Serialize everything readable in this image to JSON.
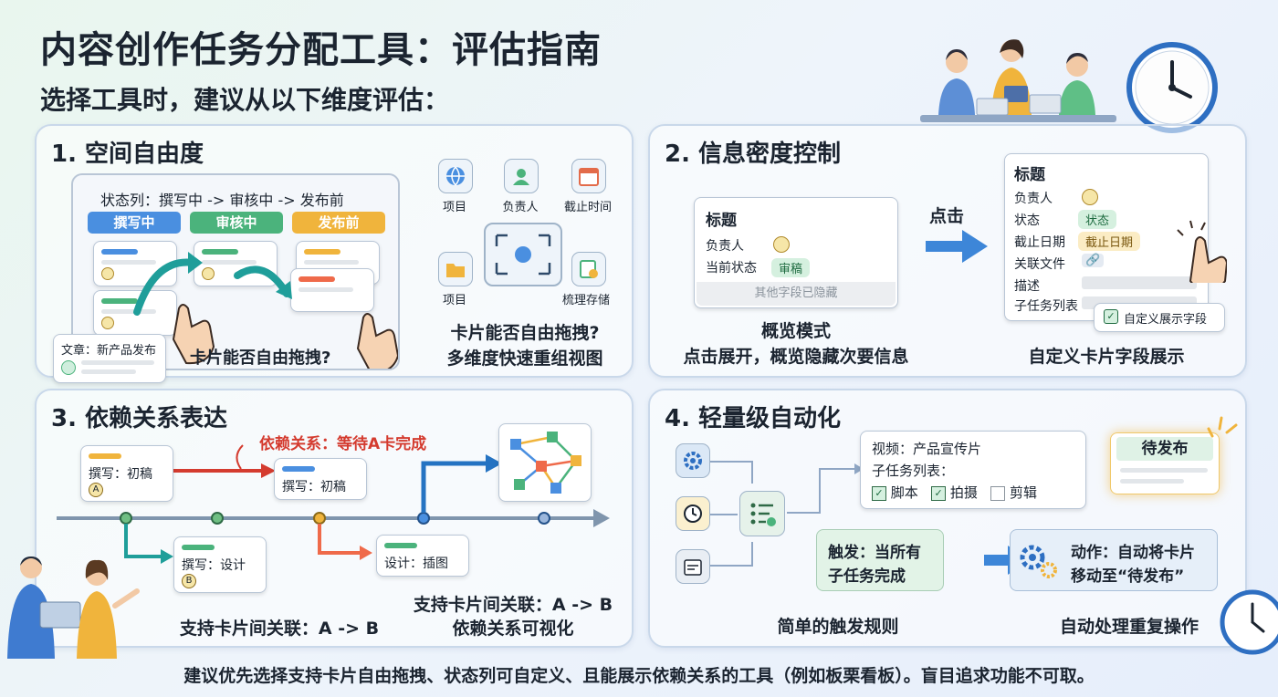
{
  "title": "内容创作任务分配工具：评估指南",
  "subtitle": "选择工具时，建议从以下维度评估：",
  "section1": {
    "title": "1. 空间自由度",
    "status_columns_label": "状态列：撰写中 -> 审核中 -> 发布前",
    "columns": [
      "撰写中",
      "审核中",
      "发布前"
    ],
    "article_label": "文章：新产品发布",
    "drag_caption": "卡片能否自由拖拽?",
    "icons": [
      "项目",
      "负责人",
      "截止时间",
      "项目",
      "梳理存储"
    ],
    "caption": "卡片能否自由拖拽?\n多维度快速重组视图",
    "caption_line1": "卡片能否自由拖拽?",
    "caption_line2": "多维度快速重组视图"
  },
  "section2": {
    "title": "2. 信息密度控制",
    "overview_card": {
      "heading": "标题",
      "owner_label": "负责人",
      "status_label": "当前状态",
      "status_value": "审稿",
      "hidden_note": "其他字段已隐藏"
    },
    "click_label": "点击",
    "detail_card": {
      "heading": "标题",
      "fields": [
        "负责人",
        "状态",
        "截止日期",
        "关联文件",
        "描述",
        "子任务列表"
      ],
      "status_value": "状态",
      "due_value": "截止日期"
    },
    "custom_fields_label": "自定义展示字段",
    "caption_overview_line1": "概览模式",
    "caption_overview_line2": "点击展开，概览隐藏次要信息",
    "caption_custom": "自定义卡片字段展示"
  },
  "section3": {
    "title": "3. 依赖关系表达",
    "dependency_label": "依赖关系：等待A卡完成",
    "cards": [
      {
        "title": "撰写：初稿",
        "badge": "A"
      },
      {
        "title": "撰写：初稿"
      },
      {
        "title": "撰写：设计",
        "badge": "B"
      },
      {
        "title": "设计：插图"
      }
    ],
    "caption_left": "支持卡片间关联：A -> B",
    "caption_right_line1": "支持卡片间关联：A -> B",
    "caption_right_line2": "依赖关系可视化"
  },
  "section4": {
    "title": "4. 轻量级自动化",
    "video_card": {
      "title": "视频：产品宣传片",
      "subtasks_label": "子任务列表：",
      "subtasks": [
        {
          "label": "脚本",
          "checked": true
        },
        {
          "label": "拍摄",
          "checked": true
        },
        {
          "label": "剪辑",
          "checked": false
        }
      ]
    },
    "pending_label": "待发布",
    "trigger_line1": "触发：当所有",
    "trigger_line2": "子任务完成",
    "action_line1": "动作：自动将卡片",
    "action_line2": "移动至“待发布”",
    "caption_left": "简单的触发规则",
    "caption_right": "自动处理重复操作"
  },
  "footer": "建议优先选择支持卡片自由拖拽、状态列可自定义、且能展示依赖关系的工具（例如板栗看板）。盲目追求功能不可取。",
  "colors": {
    "writing": "#4a8fe0",
    "reviewing": "#4bb37c",
    "before_publish": "#f0b43c",
    "dependency_red": "#d43b2f",
    "arrow_teal": "#1f9e9a"
  }
}
